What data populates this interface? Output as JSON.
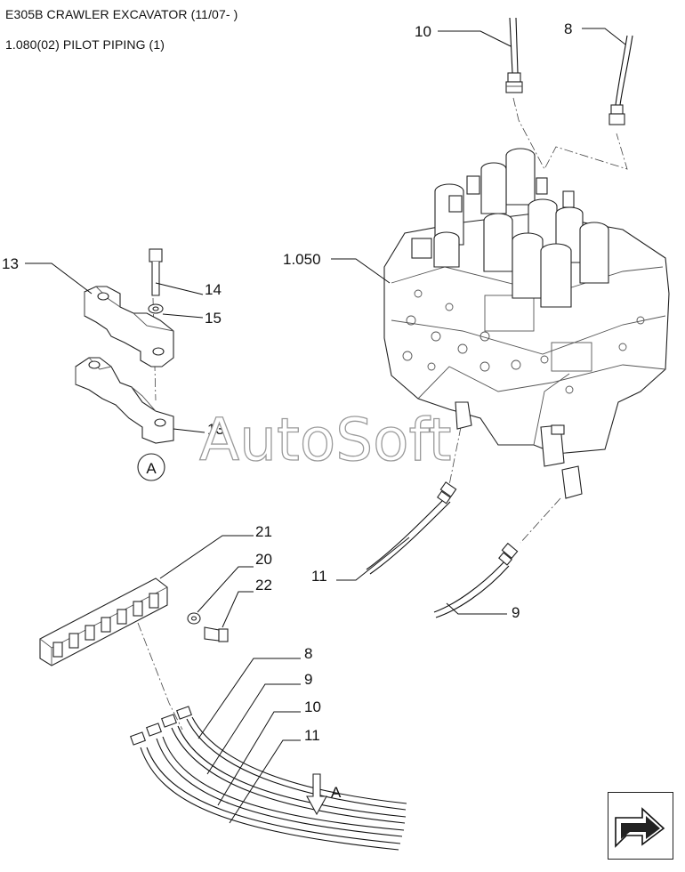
{
  "header": {
    "title": "E305B CRAWLER EXCAVATOR (11/07- )",
    "subtitle": "1.080(02) PILOT PIPING (1)"
  },
  "watermark": "AutoSoft",
  "callouts": {
    "c10_top": "10",
    "c8_top": "8",
    "c1050": "1.050",
    "c13_top": "13",
    "c14": "14",
    "c15": "15",
    "c13_bottom": "13",
    "cA_circle": "A",
    "c11_mid": "11",
    "c9_mid": "9",
    "c21": "21",
    "c20": "20",
    "c22": "22",
    "c8_low": "8",
    "c9_low": "9",
    "c10_low": "10",
    "c11_low": "11",
    "cA_arrow": "A"
  },
  "nav": {
    "icon": "next-page-arrow-icon"
  }
}
